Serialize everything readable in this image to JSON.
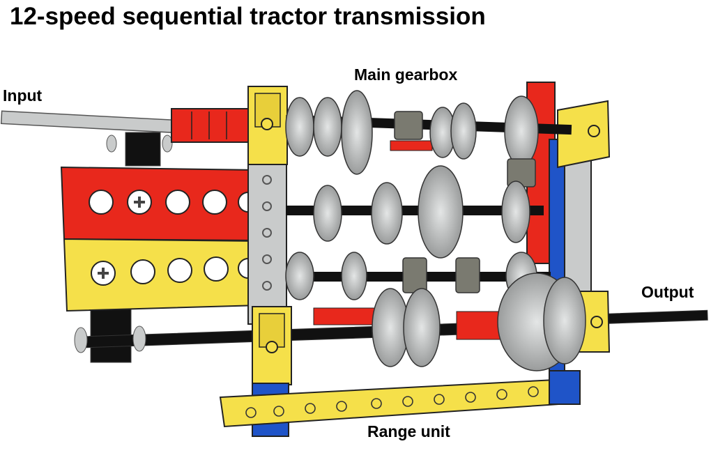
{
  "title": "12-speed sequential tractor transmission",
  "labels": {
    "input": "Input",
    "main_gearbox": "Main gearbox",
    "output": "Output",
    "range_unit": "Range unit"
  },
  "colors": {
    "red": "#e8281c",
    "yellow": "#f5e04a",
    "blue": "#1f54c8",
    "light_gray": "#c9cbcb",
    "dark_gray": "#6a6a60",
    "black": "#0d0d0d"
  }
}
